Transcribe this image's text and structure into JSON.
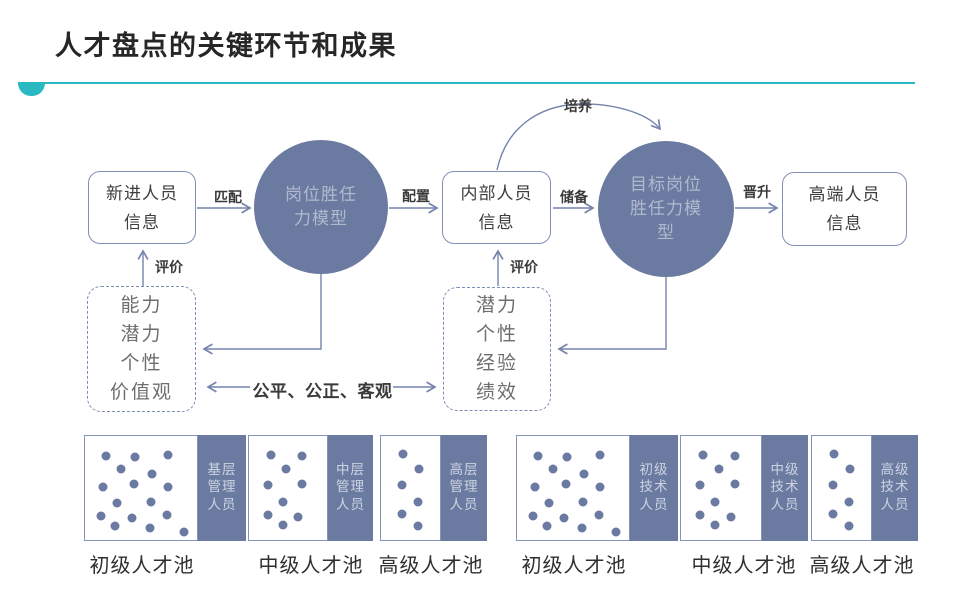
{
  "title": "人才盘点的关键环节和成果",
  "colors": {
    "accent": "#2ab8c2",
    "slate": "#6b7aa0",
    "slate_border": "#8090b5",
    "arrow": "#7584ad",
    "circle_text": "#b0bace",
    "sidebar_text": "#ccd4e2",
    "dark_text": "#3d3d3d",
    "gray_text": "#6e6e6e"
  },
  "flow": {
    "boxes": [
      {
        "lines": [
          "新进人员",
          "信息"
        ]
      },
      {
        "lines": [
          "内部人员",
          "信息"
        ]
      },
      {
        "lines": [
          "高端人员",
          "信息"
        ]
      }
    ],
    "circles": [
      {
        "lines": [
          "岗位胜任",
          "力模型"
        ]
      },
      {
        "lines": [
          "目标岗位",
          "胜任力模",
          "型"
        ]
      }
    ],
    "dashed_boxes": [
      {
        "lines": [
          "能力",
          "潜力",
          "个性",
          "价值观"
        ]
      },
      {
        "lines": [
          "潜力",
          "个性",
          "经验",
          "绩效"
        ]
      }
    ],
    "labels": {
      "match": "匹配",
      "deploy": "配置",
      "reserve": "储备",
      "promote": "晋升",
      "cultivate": "培养",
      "evaluate_left": "评价",
      "evaluate_right": "评价",
      "principle": "公平、公正、客观"
    }
  },
  "pools": {
    "groups": [
      {
        "items": [
          {
            "label": "初级人才池",
            "sidebar_lines": [
              "基层",
              "管理",
              "人员"
            ],
            "size": "large"
          },
          {
            "label": "中级人才池",
            "sidebar_lines": [
              "中层",
              "管理",
              "人员"
            ],
            "size": "medium"
          },
          {
            "label": "高级人才池",
            "sidebar_lines": [
              "高层",
              "管理",
              "人员"
            ],
            "size": "small"
          }
        ]
      },
      {
        "items": [
          {
            "label": "初级人才池",
            "sidebar_lines": [
              "初级",
              "技术",
              "人员"
            ],
            "size": "large"
          },
          {
            "label": "中级人才池",
            "sidebar_lines": [
              "中级",
              "技术",
              "人员"
            ],
            "size": "medium"
          },
          {
            "label": "高级人才池",
            "sidebar_lines": [
              "高级",
              "技术",
              "人员"
            ],
            "size": "small"
          }
        ]
      }
    ],
    "dot_patterns": {
      "large": [
        [
          19,
          19
        ],
        [
          45,
          20
        ],
        [
          74,
          18
        ],
        [
          32,
          32
        ],
        [
          60,
          37
        ],
        [
          16,
          49
        ],
        [
          44,
          46
        ],
        [
          74,
          49
        ],
        [
          29,
          64
        ],
        [
          59,
          63
        ],
        [
          14,
          77
        ],
        [
          42,
          79
        ],
        [
          73,
          76
        ],
        [
          27,
          87
        ],
        [
          58,
          88
        ],
        [
          88,
          92
        ]
      ],
      "medium": [
        [
          28,
          18
        ],
        [
          68,
          19
        ],
        [
          48,
          32
        ],
        [
          24,
          47
        ],
        [
          68,
          46
        ],
        [
          43,
          63
        ],
        [
          24,
          76
        ],
        [
          43,
          86
        ],
        [
          63,
          78
        ]
      ],
      "small": [
        [
          38,
          17
        ],
        [
          65,
          32
        ],
        [
          35,
          47
        ],
        [
          63,
          63
        ],
        [
          35,
          75
        ],
        [
          63,
          87
        ]
      ]
    }
  }
}
